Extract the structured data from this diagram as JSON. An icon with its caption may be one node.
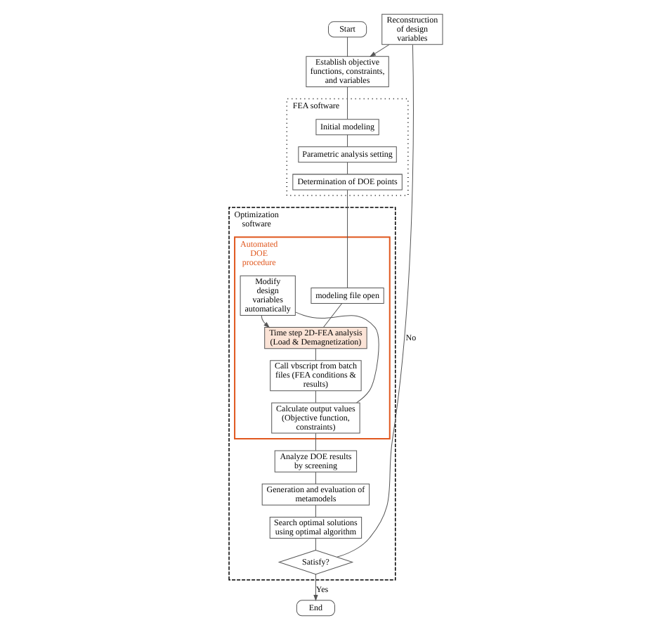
{
  "diagram": {
    "nodes": [
      {
        "text": [
          "Start"
        ]
      },
      {
        "text": [
          "Establish objective functions, constraints, and variables"
        ]
      },
      {
        "text": [
          "FEA software"
        ]
      },
      {
        "text": [
          "Initial modeling"
        ],
        "in": 2
      },
      {
        "text": [
          "Parametric analysis setting"
        ],
        "in": 2
      },
      {
        "text": [
          "Determination of DOE points"
        ],
        "in": 2
      },
      {
        "text": [
          "Optimization software"
        ]
      },
      {
        "text": [
          "Automated DOE procedure"
        ],
        "in": 6
      },
      {
        "text": [
          "modeling file open"
        ],
        "in": 7
      },
      {
        "text": [
          "Time step 2D-FEA analysis (Load & Demagnetization)"
        ],
        "in": 7
      },
      {
        "text": [
          "Call vbscript from batch files (FEA conditions & results)"
        ],
        "in": 7
      },
      {
        "text": [
          "Modify design variables automatically"
        ],
        "in": 7
      },
      {
        "text": [
          "Calculate output values (Objective function, constraints)"
        ],
        "in": 7
      },
      {
        "text": [
          "Analyze DOE results by screening"
        ],
        "in": 6
      },
      {
        "text": [
          "Generation and evaluation of metamodels"
        ],
        "in": 6
      },
      {
        "text": [
          "Search optimal solutions using optimal algorithm"
        ],
        "in": 6
      },
      {
        "text": [
          "Satisfy?"
        ],
        "in": 6
      },
      {
        "text": [
          "Reconstruction of design variables"
        ]
      },
      {
        "text": [
          "End"
        ]
      }
    ],
    "edges": [
      {
        "from": 0,
        "to": 1,
        "arrow": "none"
      },
      {
        "from": 1,
        "to": 3,
        "arrow": "none"
      },
      {
        "from": 3,
        "to": 4,
        "arrow": "none"
      },
      {
        "from": 4,
        "to": 5,
        "arrow": "none"
      },
      {
        "from": 5,
        "to": 8,
        "arrow": "none"
      },
      {
        "from": 8,
        "to": 9,
        "arrow": "none"
      },
      {
        "from": 9,
        "to": 10,
        "arrow": "none"
      },
      {
        "from": 10,
        "to": 12,
        "arrow": "none"
      },
      {
        "from": 12,
        "to": 11,
        "arrow": "none"
      },
      {
        "from": 11,
        "to": 9,
        "arrow": "to"
      },
      {
        "from": 12,
        "to": 13,
        "arrow": "none"
      },
      {
        "from": 13,
        "to": 14,
        "arrow": "none"
      },
      {
        "from": 14,
        "to": 15,
        "arrow": "none"
      },
      {
        "from": 15,
        "to": 16,
        "arrow": "none"
      },
      {
        "from": 16,
        "to": 18,
        "arrow": "to",
        "label": "Yes"
      },
      {
        "from": 16,
        "to": 17,
        "arrow": "none",
        "label": "No"
      },
      {
        "from": 17,
        "to": 1,
        "arrow": "to"
      }
    ]
  }
}
